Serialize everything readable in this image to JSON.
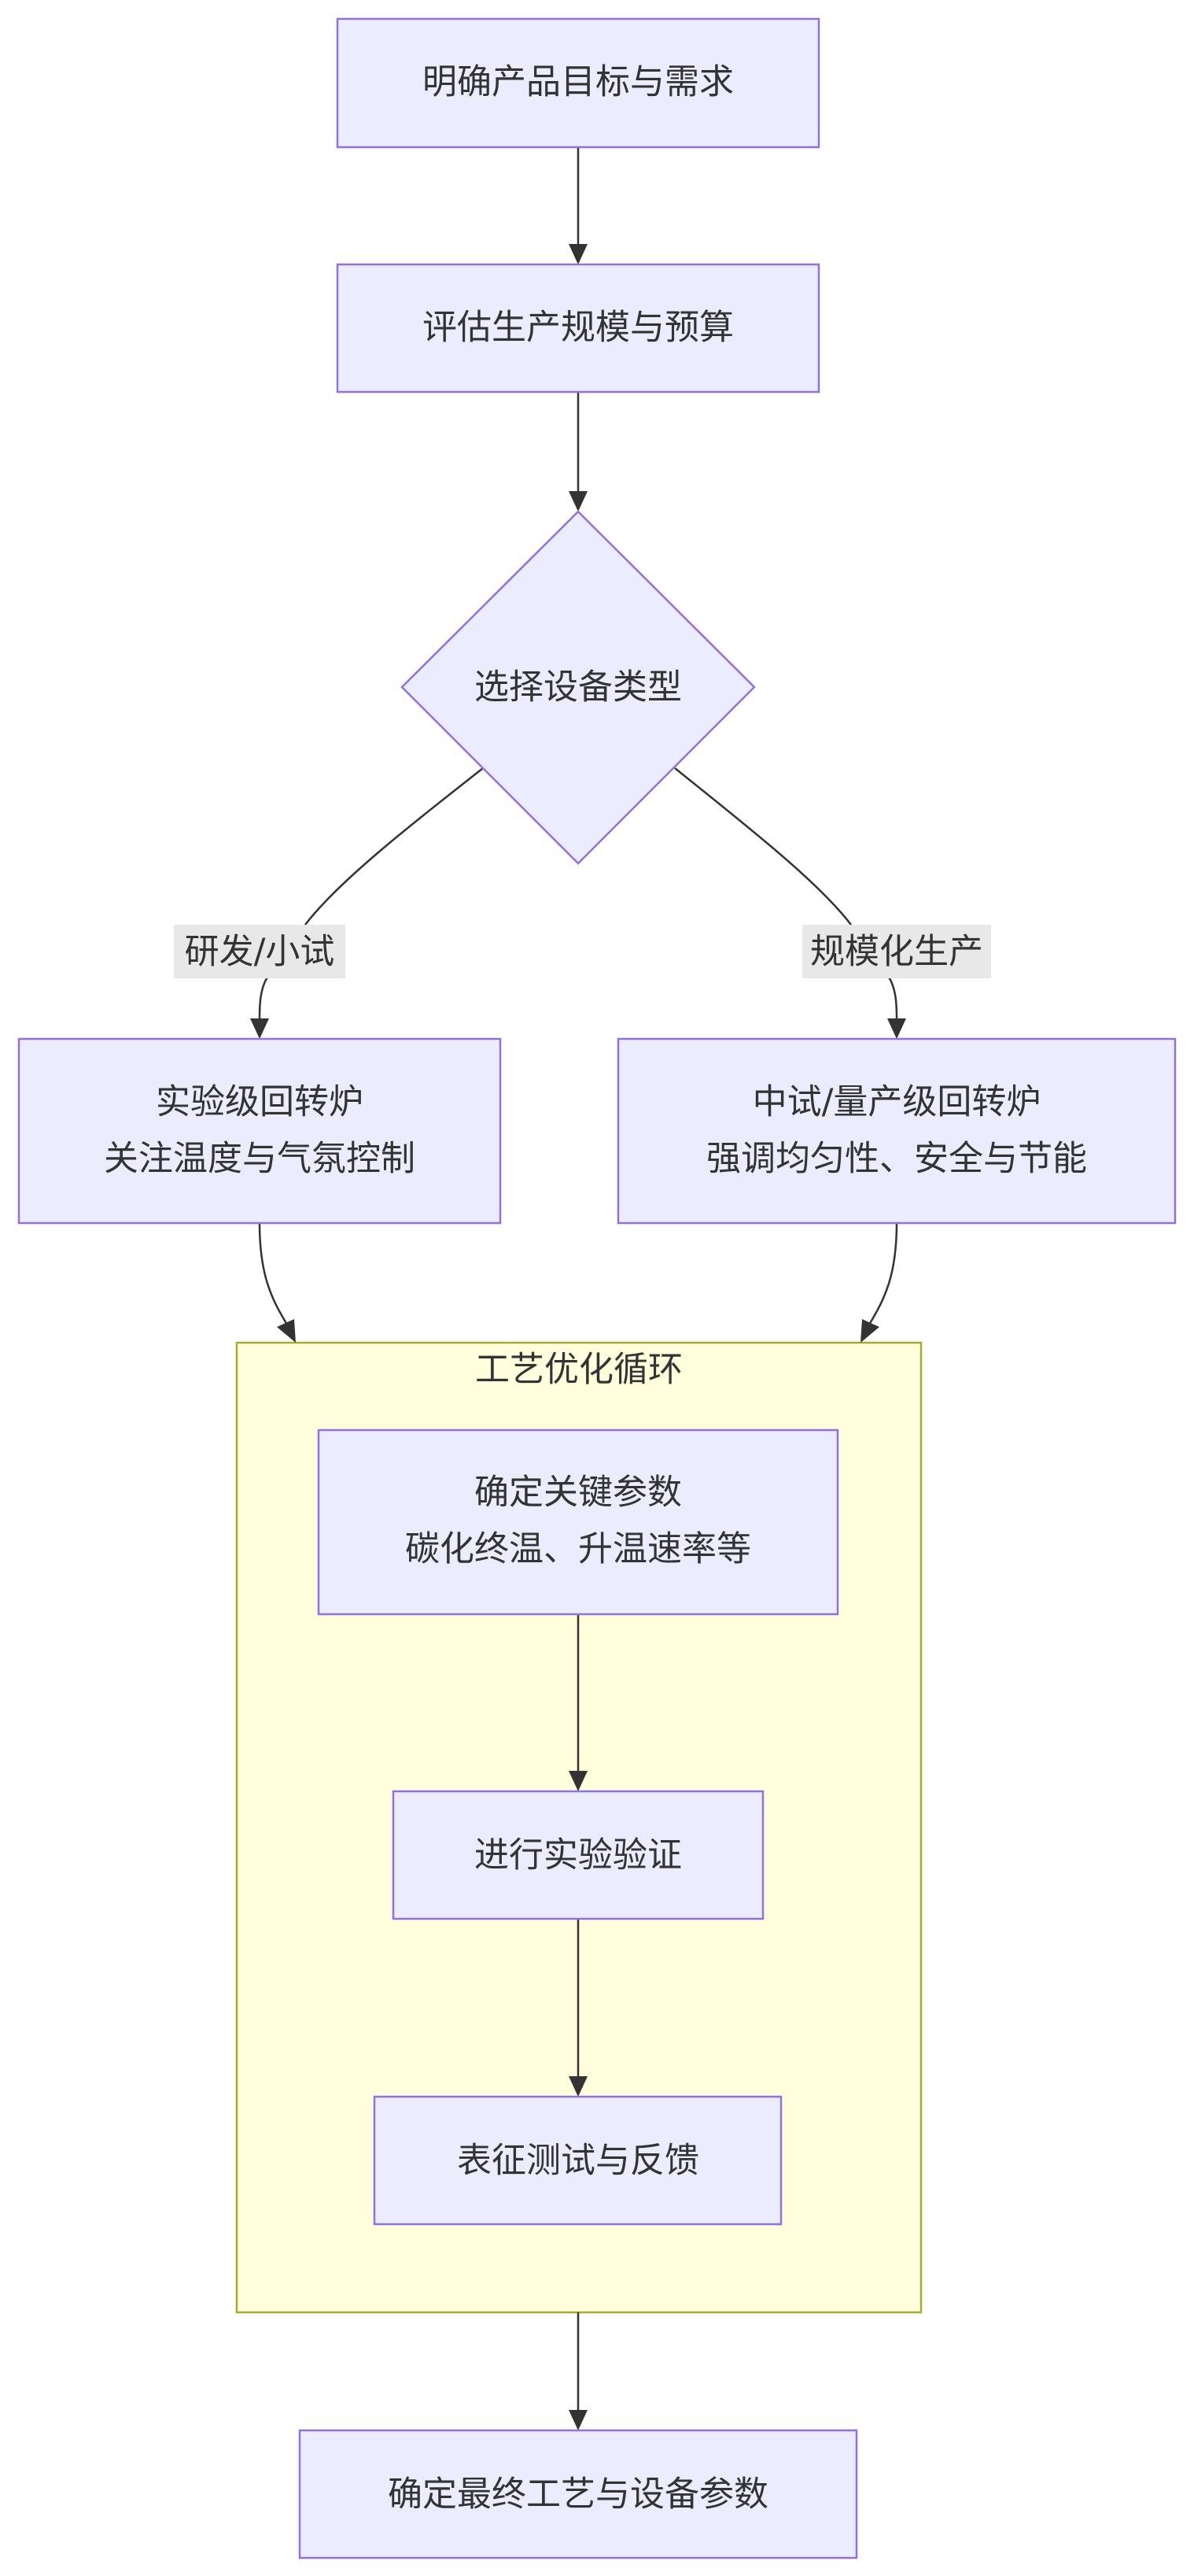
{
  "diagram": {
    "nodes": {
      "define_goal": "明确产品目标与需求",
      "assess_scale": "评估生产规模与预算",
      "choose_type": "选择设备类型",
      "lab_furnace_line1": "实验级回转炉",
      "lab_furnace_line2": "关注温度与气氛控制",
      "prod_furnace_line1": "中试/量产级回转炉",
      "prod_furnace_line2": "强调均匀性、安全与节能",
      "key_params_line1": "确定关键参数",
      "key_params_line2": "碳化终温、升温速率等",
      "experiment": "进行实验验证",
      "characterize": "表征测试与反馈",
      "final": "确定最终工艺与设备参数"
    },
    "cluster_title": "工艺优化循环",
    "edge_labels": {
      "rnd": "研发/小试",
      "scale": "规模化生产"
    },
    "colors": {
      "node_fill": "#ECECFF",
      "node_stroke": "#9370DB",
      "cluster_fill": "#FFFFDE",
      "cluster_stroke": "#AAAA33",
      "edge": "#333333",
      "edge_label_bg": "#E8E8E8",
      "text": "#333333"
    }
  }
}
